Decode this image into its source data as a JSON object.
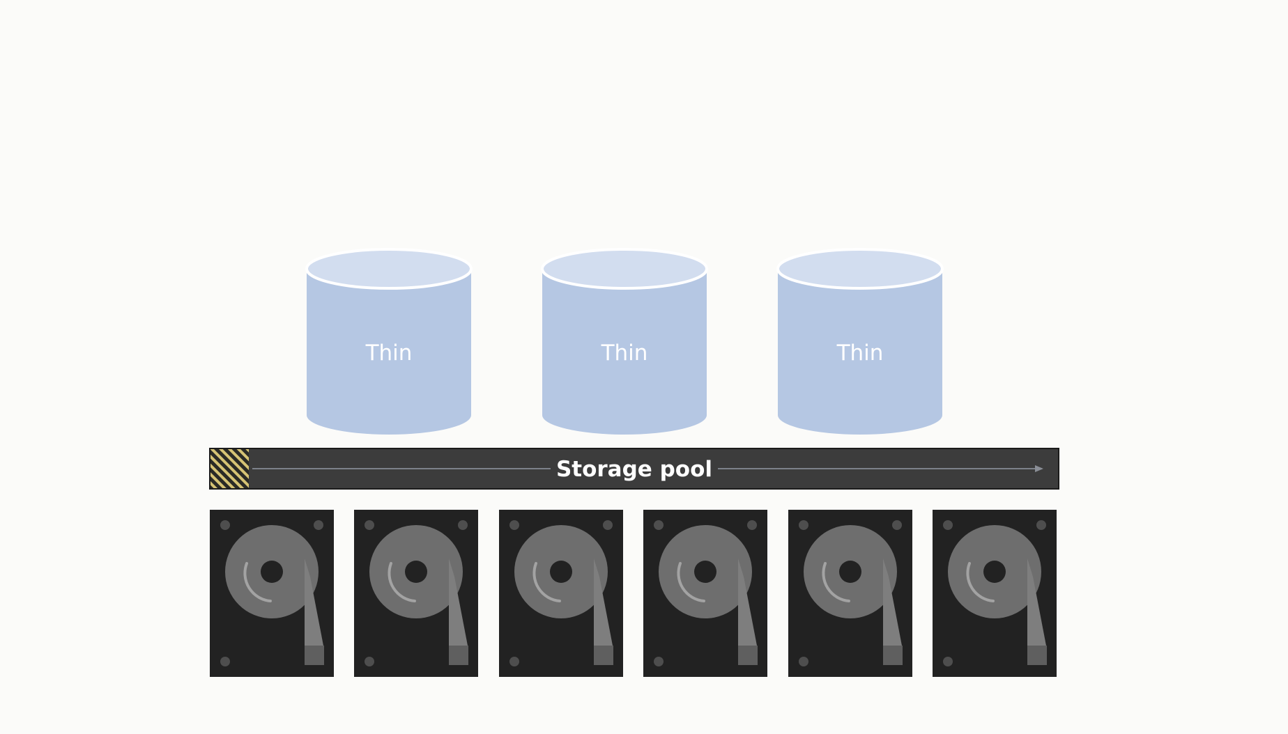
{
  "volumes": [
    {
      "label": "Thin"
    },
    {
      "label": "Thin"
    },
    {
      "label": "Thin"
    }
  ],
  "pool": {
    "label": "Storage pool",
    "used_fraction": 0.045
  },
  "disks": [
    {
      "icon": "hard-drive-icon"
    },
    {
      "icon": "hard-drive-icon"
    },
    {
      "icon": "hard-drive-icon"
    },
    {
      "icon": "hard-drive-icon"
    },
    {
      "icon": "hard-drive-icon"
    },
    {
      "icon": "hard-drive-icon"
    }
  ],
  "colors": {
    "background": "#fbfbf9",
    "volume_body": "#b5c7e3",
    "volume_top": "#d2ddef",
    "pool_bar": "#3c3c3c",
    "pool_used_stripe": "#d6c374",
    "disk_case": "#222222",
    "disk_platter": "#6e6e6e"
  }
}
